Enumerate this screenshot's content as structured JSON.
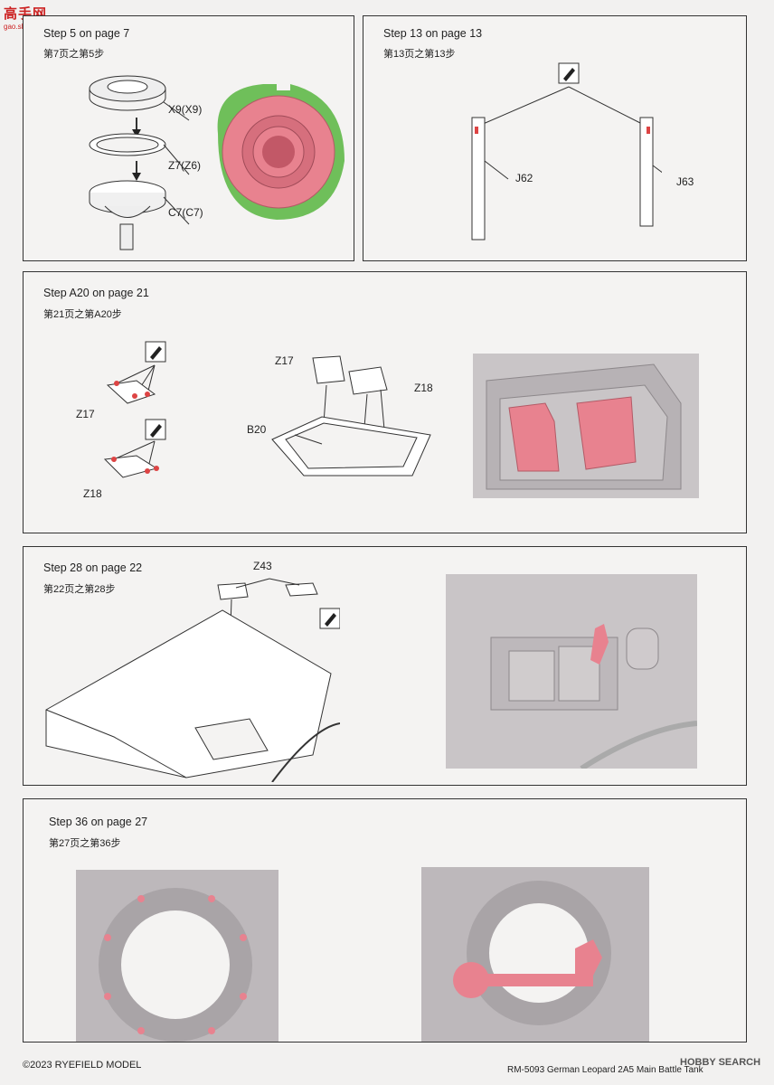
{
  "watermark": {
    "top": "高手网",
    "bottom": "gao.shou.com"
  },
  "panel1": {
    "title": "Step 5 on page 7",
    "subtitle": "第7页之第5步",
    "labels": [
      "X9(X9)",
      "Z7(Z6)",
      "C7(C7)"
    ]
  },
  "panel2": {
    "title": "Step 13 on page 13",
    "subtitle": "第13页之第13步",
    "labels": [
      "J62",
      "J63"
    ]
  },
  "panel3": {
    "title": "Step A20 on page 21",
    "subtitle": "第21页之第A20步",
    "labels": [
      "Z17",
      "Z18",
      "Z17",
      "Z18",
      "B20"
    ]
  },
  "panel4": {
    "title": "Step 28 on page 22",
    "subtitle": "第22页之第28步",
    "labels": [
      "Z43"
    ]
  },
  "panel5": {
    "title": "Step 36 on page 27",
    "subtitle": "第27页之第36步"
  },
  "footer": {
    "copyright": "©2023 RYEFIELD MODEL",
    "product": "RM-5093 German Leopard 2A5 Main Battle Tank",
    "brand": "HOBBY SEARCH"
  },
  "colors": {
    "pink": "#e8828f",
    "green": "#6fbf5a",
    "render": "#c9c5c7",
    "outline": "#333333"
  }
}
